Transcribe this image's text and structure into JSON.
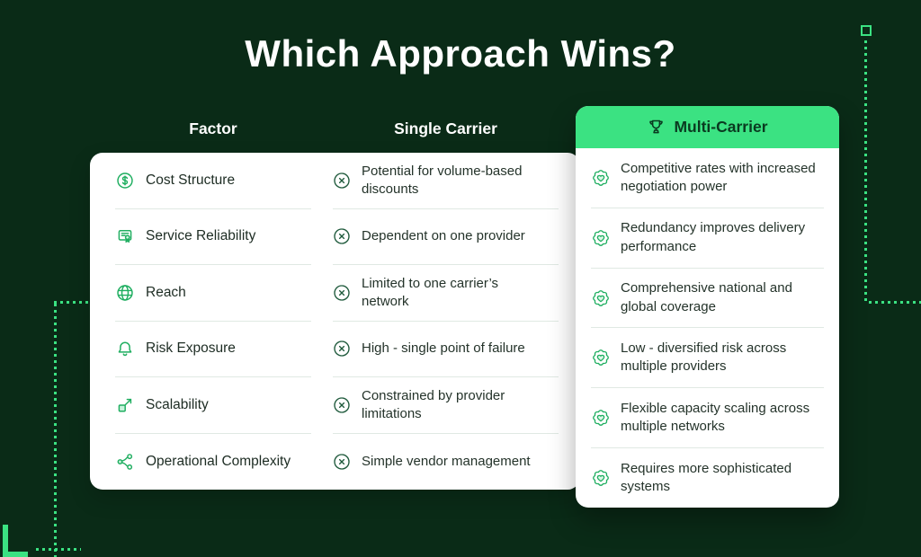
{
  "title": "Which Approach Wins?",
  "table": {
    "headers": {
      "factor": "Factor",
      "single": "Single Carrier",
      "multi": "Multi-Carrier"
    },
    "rows": [
      {
        "factor": "Cost Structure",
        "factor_icon": "dollar-coin-icon",
        "single": "Potential for volume-based discounts",
        "multi": "Competitive rates with increased negotiation power"
      },
      {
        "factor": "Service Reliability",
        "factor_icon": "certificate-icon",
        "single": "Dependent on one provider",
        "multi": "Redundancy improves delivery performance"
      },
      {
        "factor": "Reach",
        "factor_icon": "globe-icon",
        "single": "Limited to one carrier’s network",
        "multi": "Comprehensive national and global coverage"
      },
      {
        "factor": "Risk Exposure",
        "factor_icon": "bell-icon",
        "single": "High - single point of failure",
        "multi": "Low - diversified risk across multiple providers"
      },
      {
        "factor": "Scalability",
        "factor_icon": "scalability-arrow-icon",
        "single": "Constrained by provider limitations",
        "multi": "Flexible capacity scaling across multiple networks"
      },
      {
        "factor": "Operational Complexity",
        "factor_icon": "network-nodes-icon",
        "single": "Simple vendor management",
        "multi": "Requires more sophisticated systems"
      }
    ]
  },
  "icons": {
    "single_cell_icon": "cross-circle-icon",
    "multi_cell_icon": "heart-badge-icon",
    "multi_header_icon": "trophy-icon"
  },
  "colors": {
    "background": "#0a2b17",
    "accent_green": "#3be282",
    "card": "#ffffff",
    "icon_green": "#1fae60",
    "cross_icon_green": "#1f5a3c",
    "header_text_on_green": "#0a3a20",
    "body_text": "#24332a",
    "divider": "#e0e9e3"
  }
}
